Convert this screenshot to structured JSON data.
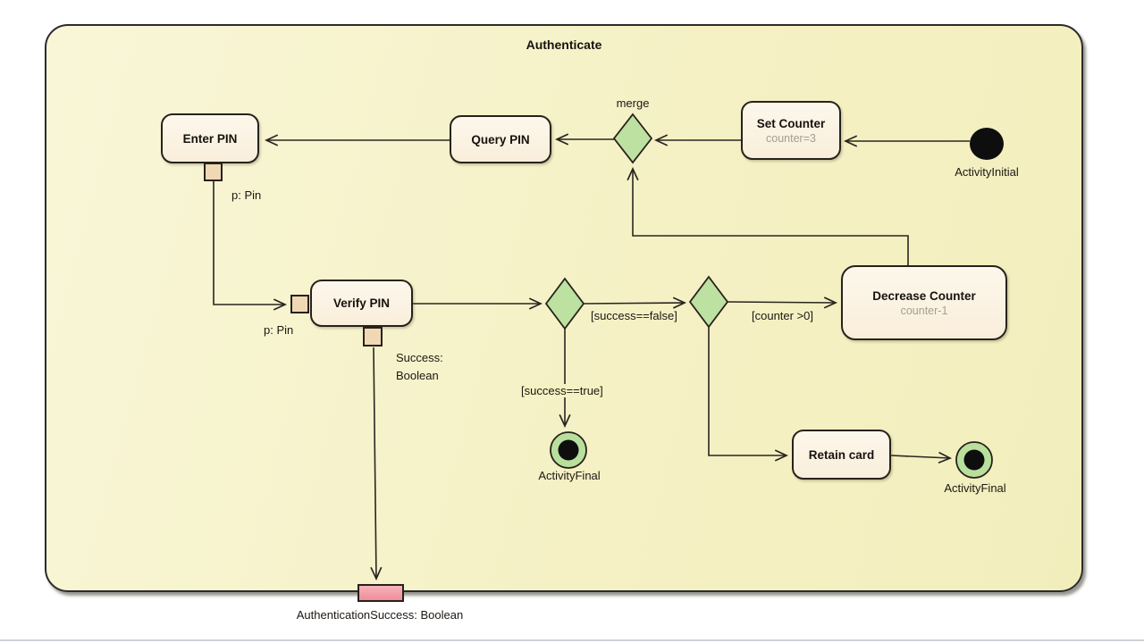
{
  "frame": {
    "title": "Authenticate"
  },
  "nodes": {
    "enter_pin": {
      "name": "Enter PIN"
    },
    "query_pin": {
      "name": "Query PIN"
    },
    "set_counter": {
      "name": "Set Counter",
      "effect": "counter=3"
    },
    "verify_pin": {
      "name": "Verify PIN"
    },
    "decrease_counter": {
      "name": "Decrease Counter",
      "effect": "counter-1"
    },
    "retain_card": {
      "name": "Retain card"
    },
    "merge": {
      "label": "merge"
    },
    "activity_initial": {
      "label": "ActivityInitial"
    },
    "activity_final_success": {
      "label": "ActivityFinal"
    },
    "activity_final_retain": {
      "label": "ActivityFinal"
    }
  },
  "pins": {
    "enter_pin_output": {
      "label": "p: Pin"
    },
    "verify_pin_input": {
      "label": "p: Pin"
    },
    "verify_pin_output": {
      "label": "Success: Boolean"
    }
  },
  "parameter_node": {
    "label": "AuthenticationSuccess: Boolean"
  },
  "edge_labels": {
    "success_false": "[success==false]",
    "success_true": "[success==true]",
    "counter_gt0": "[counter >0]"
  },
  "colors": {
    "frame_fill": "#f5f1c5",
    "node_fill": "#fbf1e2",
    "node_border": "#28211b",
    "pin_fill": "#f0d8b4",
    "decision_fill": "#bce1a0",
    "final_ring_fill": "#b9df9d",
    "initial_fill": "#0e0e0e",
    "parameter_fill": "#ef97a1",
    "secondary_text": "#a39e94"
  }
}
